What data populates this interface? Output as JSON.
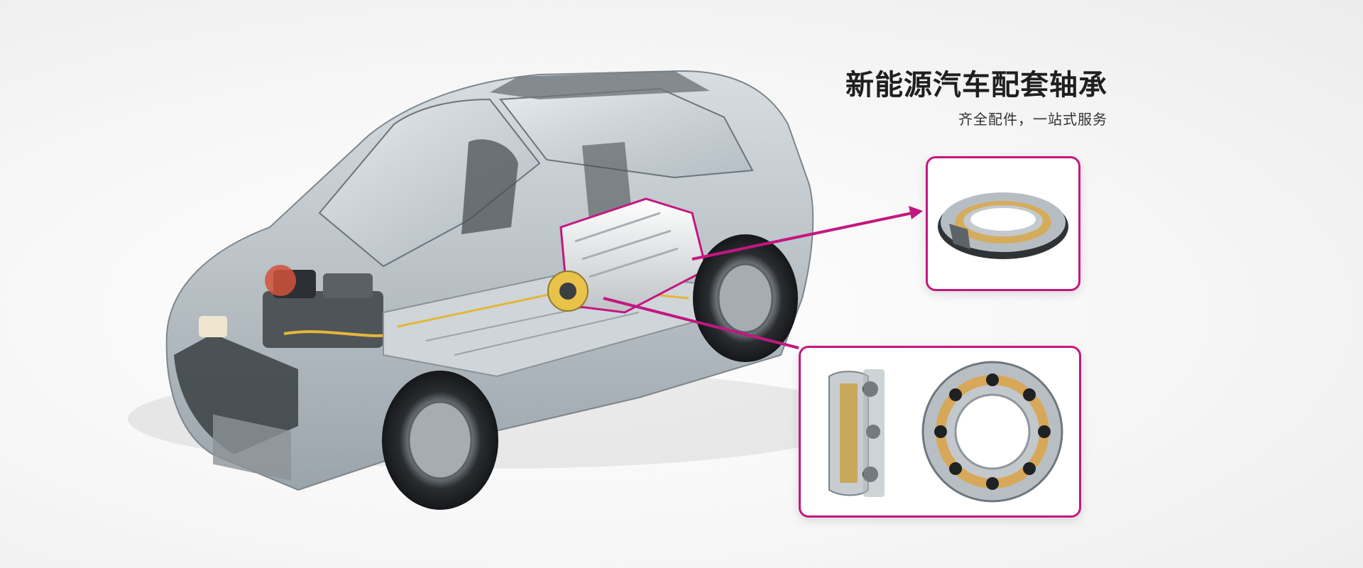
{
  "heading": {
    "title": "新能源汽车配套轴承",
    "subtitle": "齐全配件，一站式服务"
  },
  "colors": {
    "accent": "#c2187f",
    "car_body": "#b9c2c8",
    "battery": "#c9cfd3",
    "motor": "#e6e6e6",
    "bearing_cage": "#c8a85a"
  },
  "products": [
    {
      "id": "crossed-roller-bearing",
      "icon": "crossed-roller-bearing-icon"
    },
    {
      "id": "angular-contact-bearing-section",
      "icon": "bearing-cross-section-icon"
    },
    {
      "id": "deep-groove-ball-bearing",
      "icon": "ball-bearing-icon"
    }
  ]
}
